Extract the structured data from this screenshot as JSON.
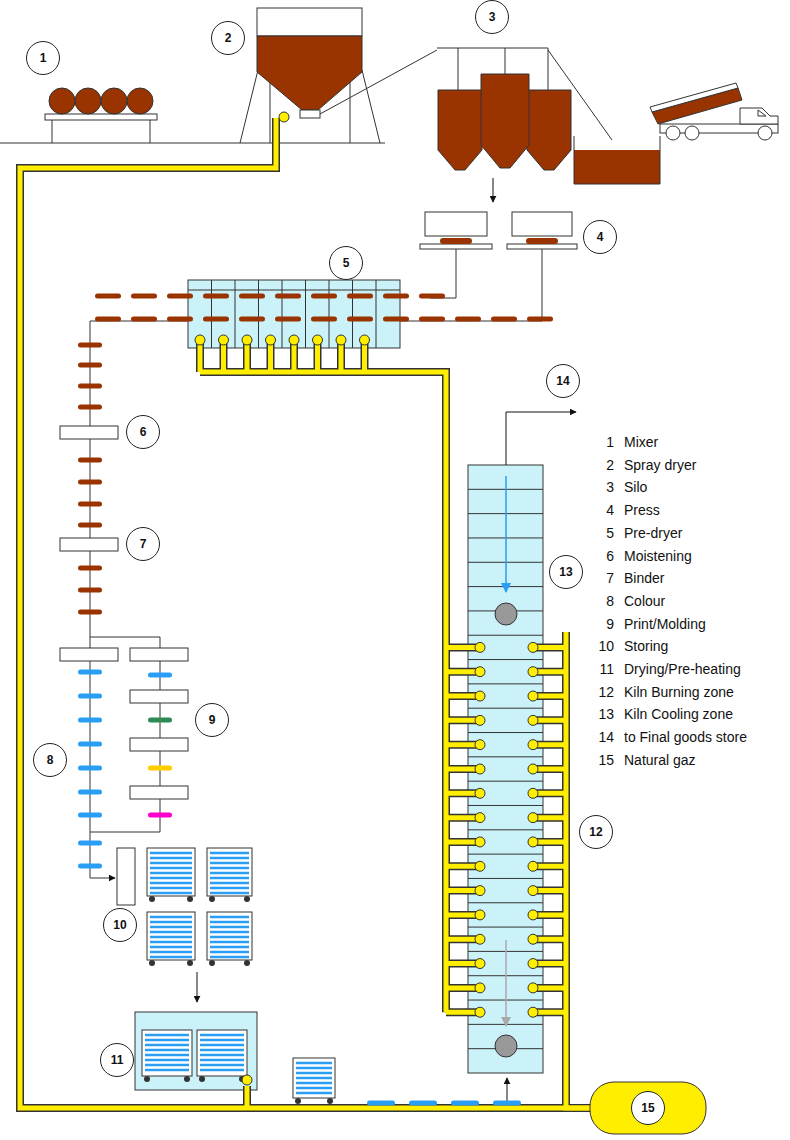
{
  "diagram": {
    "labels": [
      "1",
      "2",
      "3",
      "4",
      "5",
      "14",
      "6",
      "13",
      "1",
      "Mixer",
      "2",
      "Spray dryer",
      "3",
      "Silo",
      "4",
      "Press",
      "5",
      "Pre-dryer",
      "6",
      "Moistening",
      "7",
      "Binder",
      "8",
      "Colour",
      "9",
      "Print/Molding",
      "10",
      "Storing",
      "11",
      "Drying/Pre-heating",
      "12",
      "Kiln Burning zone",
      "13",
      "Kiln Cooling zone",
      "14",
      "to Final goods store",
      "15",
      "Natural gaz",
      "7",
      "9",
      "8",
      "12",
      "10",
      "11",
      "15"
    ]
  }
}
